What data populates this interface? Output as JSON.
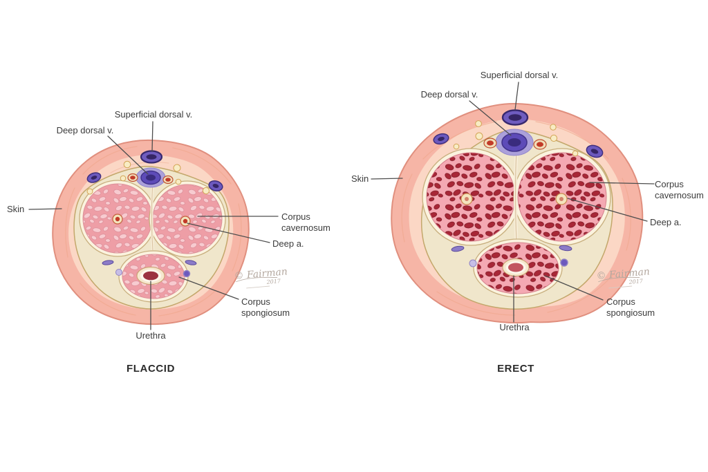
{
  "figure": {
    "background": "#ffffff",
    "panels": [
      {
        "name": "flaccid",
        "state_label": "FLACCID",
        "labels": {
          "superficial_dorsal_v": "Superficial dorsal v.",
          "deep_dorsal_v": "Deep dorsal v.",
          "skin": "Skin",
          "corpus_cavernosum_line1": "Corpus",
          "corpus_cavernosum_line2": "cavernosum",
          "deep_a": "Deep a.",
          "corpus_spongiosum_line1": "Corpus",
          "corpus_spongiosum_line2": "spongiosum",
          "urethra": "Urethra"
        }
      },
      {
        "name": "erect",
        "state_label": "ERECT",
        "labels": {
          "superficial_dorsal_v": "Superficial dorsal v.",
          "deep_dorsal_v": "Deep dorsal v.",
          "skin": "Skin",
          "corpus_cavernosum_line1": "Corpus",
          "corpus_cavernosum_line2": "cavernosum",
          "deep_a": "Deep a.",
          "corpus_spongiosum_line1": "Corpus",
          "corpus_spongiosum_line2": "spongiosum",
          "urethra": "Urethra"
        }
      }
    ],
    "signature": {
      "text": "© Fairman",
      "year": "2017"
    },
    "colors": {
      "skin_outer": "#F6B5A6",
      "skin_inner": "#FBD7C5",
      "skin_outline": "#E08F7E",
      "fascia": "#F0E6CB",
      "fascia_outline": "#C3A76B",
      "tunica": "#FBF3DF",
      "cavernosum_flaccid_bg": "#EE9EA6",
      "cavernosum_flaccid_blob": "#F7CBD0",
      "cavernosum_erect_bg": "#F4A9B3",
      "cavernosum_erect_blob": "#A82737",
      "vein_purple": "#5D4BB8",
      "vein_halo": "#ABA0DA",
      "artery_red": "#C23A28",
      "artery_ring": "#F4E4BE",
      "urethra_flaccid": "#9C3240",
      "urethra_erect": "#C25560",
      "label_text": "#3B3B3B",
      "leader_line": "#4D4D4D"
    }
  }
}
